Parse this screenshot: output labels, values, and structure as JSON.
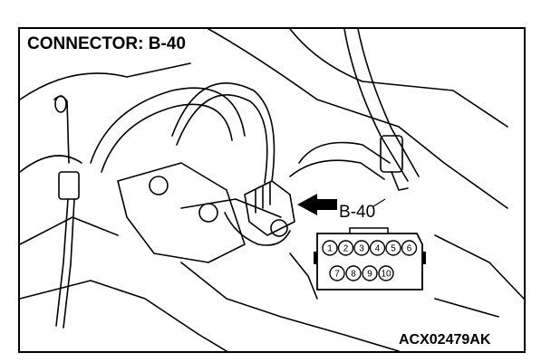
{
  "title": "CONNECTOR: B-40",
  "callout_label": "B-40",
  "figure_code": "ACX02479AK",
  "connector": {
    "top_row_pins": [
      "1",
      "2",
      "3",
      "4",
      "5",
      "6"
    ],
    "bottom_row_pins": [
      "7",
      "8",
      "9",
      "10"
    ]
  },
  "colors": {
    "line": "#000000",
    "background": "#ffffff"
  }
}
